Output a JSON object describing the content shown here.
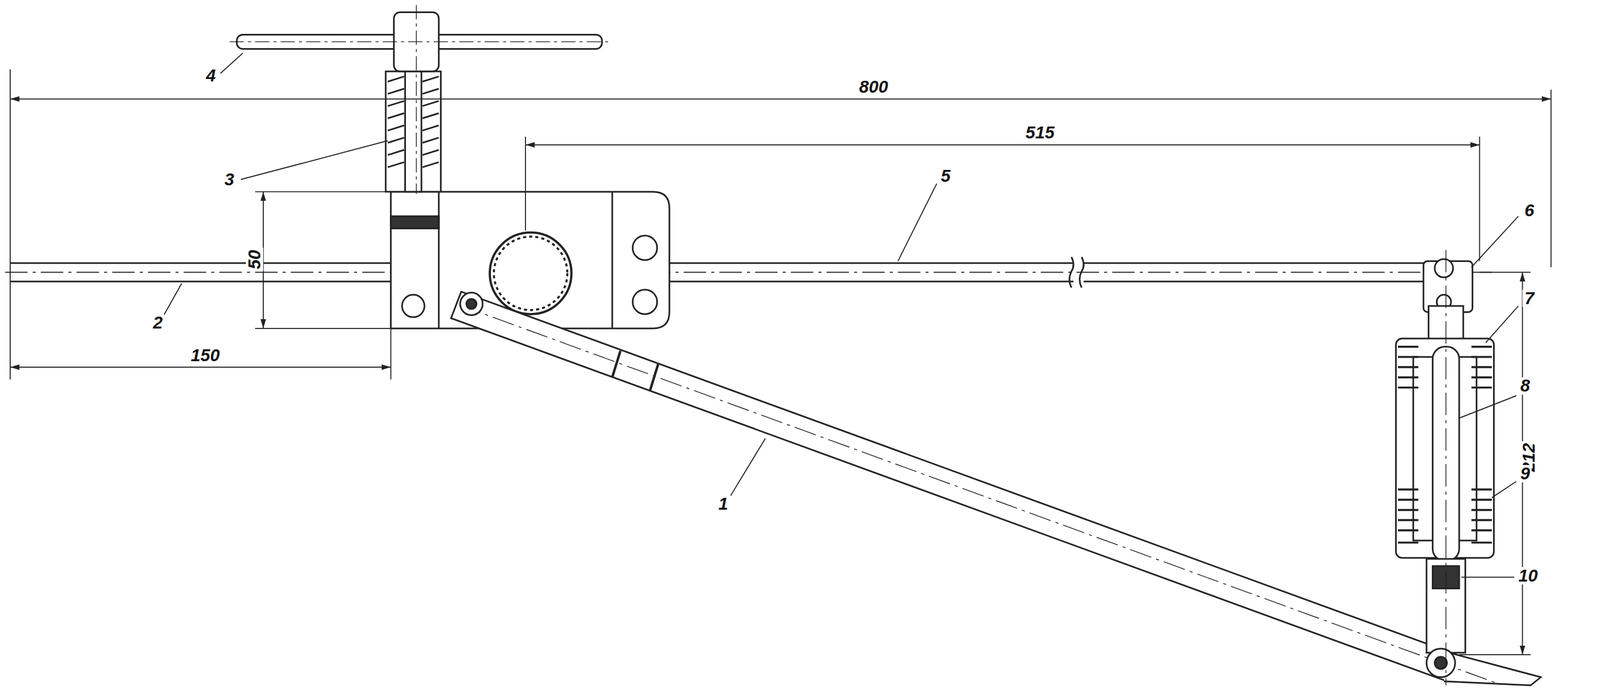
{
  "diagram": {
    "labels": [
      "4",
      "800",
      "515",
      "3",
      "5",
      "6",
      "50",
      "7",
      "2",
      "8",
      "212",
      "150",
      "9",
      "1",
      "10"
    ]
  }
}
